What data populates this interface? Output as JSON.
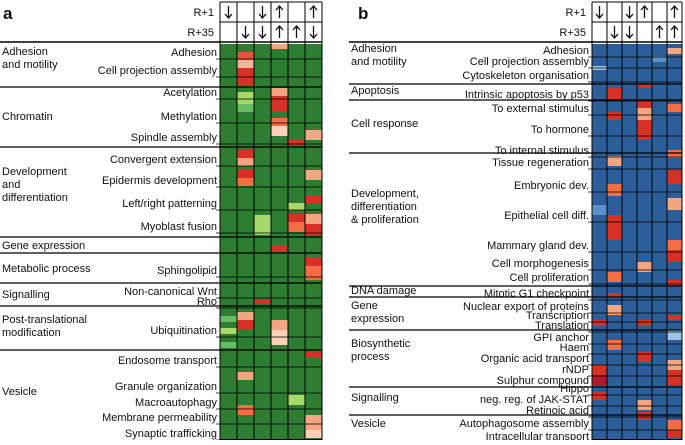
{
  "figure": {
    "panels": [
      {
        "id": "a",
        "letter": "a",
        "row_labels": [
          "R+1",
          "R+35"
        ],
        "base_color": "#2e7d32",
        "columns": [
          {
            "r1": "down",
            "r35": "none"
          },
          {
            "r1": "none",
            "r35": "down"
          },
          {
            "r1": "down",
            "r35": "down"
          },
          {
            "r1": "up",
            "r35": "up"
          },
          {
            "r1": "none",
            "r35": "up"
          },
          {
            "r1": "up",
            "r35": "down"
          }
        ],
        "groups": [
          {
            "name": "Adhesion\nand motility",
            "terms": [
              "Adhesion",
              "Cell projection assembly"
            ]
          },
          {
            "name": "Chromatin",
            "terms": [
              "Acetylation",
              "Methylation",
              "Spindle assembly"
            ]
          },
          {
            "name": "Development\nand\ndifferentiation",
            "terms": [
              "Convergent extension",
              "Epidermis development",
              "Left/right patterning",
              "Myoblast fusion"
            ]
          },
          {
            "name": "Gene expression",
            "terms": []
          },
          {
            "name": "Metabolic process",
            "terms": [
              "Sphingolipid"
            ]
          },
          {
            "name": "Signalling",
            "terms": [
              "Non-canonical Wnt",
              "Rho"
            ]
          },
          {
            "name": "Post-translational\nmodification",
            "terms": [
              "Ubiquitination"
            ]
          },
          {
            "name": "Vesicle",
            "terms": [
              "Endosome transport",
              "Granule organization",
              "Macroautophagy",
              "Membrane permeability",
              "Synaptic trafficking"
            ]
          }
        ]
      },
      {
        "id": "b",
        "letter": "b",
        "row_labels": [
          "R+1",
          "R+35"
        ],
        "base_color": "#2c5f9a",
        "columns": [
          {
            "r1": "down",
            "r35": "none"
          },
          {
            "r1": "none",
            "r35": "down"
          },
          {
            "r1": "down",
            "r35": "down"
          },
          {
            "r1": "up",
            "r35": "none"
          },
          {
            "r1": "none",
            "r35": "up"
          },
          {
            "r1": "up",
            "r35": "up"
          }
        ],
        "groups": [
          {
            "name": "Adhesion\nand motility",
            "terms": [
              "Adhesion",
              "Cell projection assembly",
              "Cytoskeleton organisation"
            ]
          },
          {
            "name": "Apoptosis",
            "terms": [
              "Intrinsic apoptosis by p53"
            ]
          },
          {
            "name": "Cell response",
            "terms": [
              "To external stimulus",
              "To hormone",
              "To internal stimulus"
            ]
          },
          {
            "name": "Development,\ndifferentiation\n& proliferation",
            "terms": [
              "Tissue regeneration",
              "Embryonic dev.",
              "Epithelial cell diff.",
              "Mammary gland dev.",
              "Cell morphogenesis",
              "Cell proliferation"
            ]
          },
          {
            "name": "DNA damage",
            "terms": [
              "Mitotic G1 checkpoint"
            ]
          },
          {
            "name": "Gene\nexpression",
            "terms": [
              "Nuclear export of proteins",
              "Transcription",
              "Translation"
            ]
          },
          {
            "name": "Biosynthetic\nprocess",
            "terms": [
              "GPI anchor",
              "Haem",
              "Organic acid transport",
              "rNDP",
              "Sulphur compound"
            ]
          },
          {
            "name": "Signalling",
            "terms": [
              "Hippo",
              "neg. reg. of JAK-STAT",
              "Retinoic acid"
            ]
          },
          {
            "name": "Vesicle",
            "terms": [
              "Autophagosome assembly",
              "Intracellular transport"
            ]
          }
        ]
      }
    ]
  }
}
